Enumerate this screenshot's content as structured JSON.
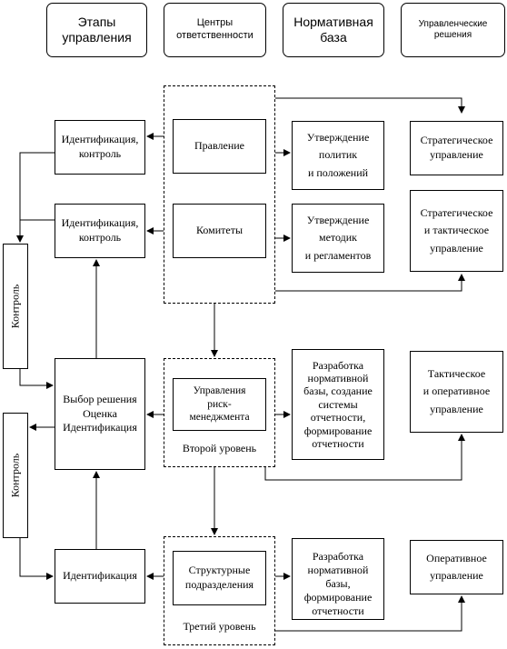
{
  "headers": {
    "stages": "Этапы\nуправления",
    "centers": "Центры\nответственности",
    "normative": "Нормативная\nбаза",
    "decisions": "Управленческие\nрешения"
  },
  "stages": {
    "identification_control_1": "Идентификация,\nконтроль",
    "identification_control_2": "Идентификация,\nконтроль",
    "selection": "Выбор решения\nОценка\nИдентификация",
    "identification": "Идентификация"
  },
  "control_labels": {
    "upper": "Контроль",
    "lower": "Контроль"
  },
  "centers": {
    "board": "Правление",
    "committees": "Комитеты",
    "risk_management": "Управления\nриск-\nменеджмента",
    "second_level": "Второй уровень",
    "structural_units": "Структурные\nподразделения",
    "third_level": "Третий уровень"
  },
  "normative": {
    "policies": "Утверждение\nполитик\nи положений",
    "methods": "Утверждение\nметодик\nи регламентов",
    "development_reporting": "Разработка\nнормативной\nбазы, создание\nсистемы\nотчетности,\nформирование\nотчетности",
    "development_forming": "Разработка\nнормативной\nбазы,\nформирование\nотчетности"
  },
  "decisions": {
    "strategic": "Стратегическое\nуправление",
    "strategic_tactical": "Стратегическое\nи тактическое\nуправление",
    "tactical_operational": "Тактическое\nи оперативное\nуправление",
    "operational": "Оперативное\nуправление"
  }
}
